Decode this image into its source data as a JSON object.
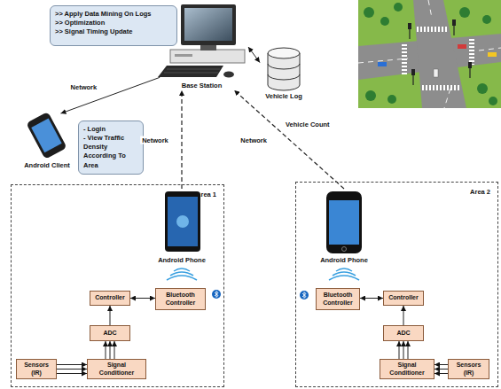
{
  "diagram": {
    "nodes": [
      {
        "text": [
          ">> Apply Data Mining On Logs",
          ">> Optimization",
          ">> Signal Timing Update"
        ]
      },
      {
        "text": [
          "Base Station"
        ]
      },
      {
        "text": [
          "Vehicle Log"
        ]
      },
      {
        "text": [
          "Android Client"
        ]
      },
      {
        "text": [
          "- Login",
          "- View Traffic Density According To Area"
        ]
      },
      {
        "text": [
          "Area 1"
        ]
      },
      {
        "text": [
          "Android Phone"
        ],
        "in": 5
      },
      {
        "text": [
          "Controller"
        ],
        "in": 5
      },
      {
        "text": [
          "Bluetooth Controller"
        ],
        "in": 5
      },
      {
        "text": [
          "ADC"
        ],
        "in": 5
      },
      {
        "text": [
          "Sensors (IR)"
        ],
        "in": 5
      },
      {
        "text": [
          "Signal Conditioner"
        ],
        "in": 5
      },
      {
        "text": [
          "Area 2"
        ]
      },
      {
        "text": [
          "Android Phone"
        ],
        "in": 12
      },
      {
        "text": [
          "Bluetooth Controller"
        ],
        "in": 12
      },
      {
        "text": [
          "Controller"
        ],
        "in": 12
      },
      {
        "text": [
          "ADC"
        ],
        "in": 12
      },
      {
        "text": [
          "Signal Conditioner"
        ],
        "in": 12
      },
      {
        "text": [
          "Sensors (IR)"
        ],
        "in": 12
      }
    ],
    "edges": [
      {
        "from": 1,
        "to": 2,
        "arrow": "both"
      },
      {
        "from": 1,
        "to": 3,
        "label": "Network",
        "arrow": "to"
      },
      {
        "from": 6,
        "to": 1,
        "label": "Network",
        "arrow": "to"
      },
      {
        "from": 13,
        "to": 1,
        "label": "Network",
        "arrow": "to"
      },
      {
        "from": 10,
        "to": 11,
        "arrow": "to"
      },
      {
        "from": 10,
        "to": 11,
        "arrow": "to"
      },
      {
        "from": 10,
        "to": 11,
        "arrow": "to"
      },
      {
        "from": 11,
        "to": 9,
        "arrow": "to"
      },
      {
        "from": 11,
        "to": 9,
        "arrow": "to"
      },
      {
        "from": 11,
        "to": 9,
        "arrow": "to"
      },
      {
        "from": 9,
        "to": 7,
        "arrow": "to"
      },
      {
        "from": 7,
        "to": 8,
        "arrow": "both"
      },
      {
        "from": 18,
        "to": 17,
        "arrow": "to"
      },
      {
        "from": 18,
        "to": 17,
        "arrow": "to"
      },
      {
        "from": 18,
        "to": 17,
        "arrow": "to"
      },
      {
        "from": 17,
        "to": 16,
        "arrow": "to"
      },
      {
        "from": 17,
        "to": 16,
        "arrow": "to"
      },
      {
        "from": 17,
        "to": 16,
        "arrow": "to"
      },
      {
        "from": 16,
        "to": 15,
        "arrow": "to"
      },
      {
        "from": 14,
        "to": 15,
        "arrow": "both"
      }
    ],
    "labels": [
      "Vehicle Count"
    ]
  }
}
